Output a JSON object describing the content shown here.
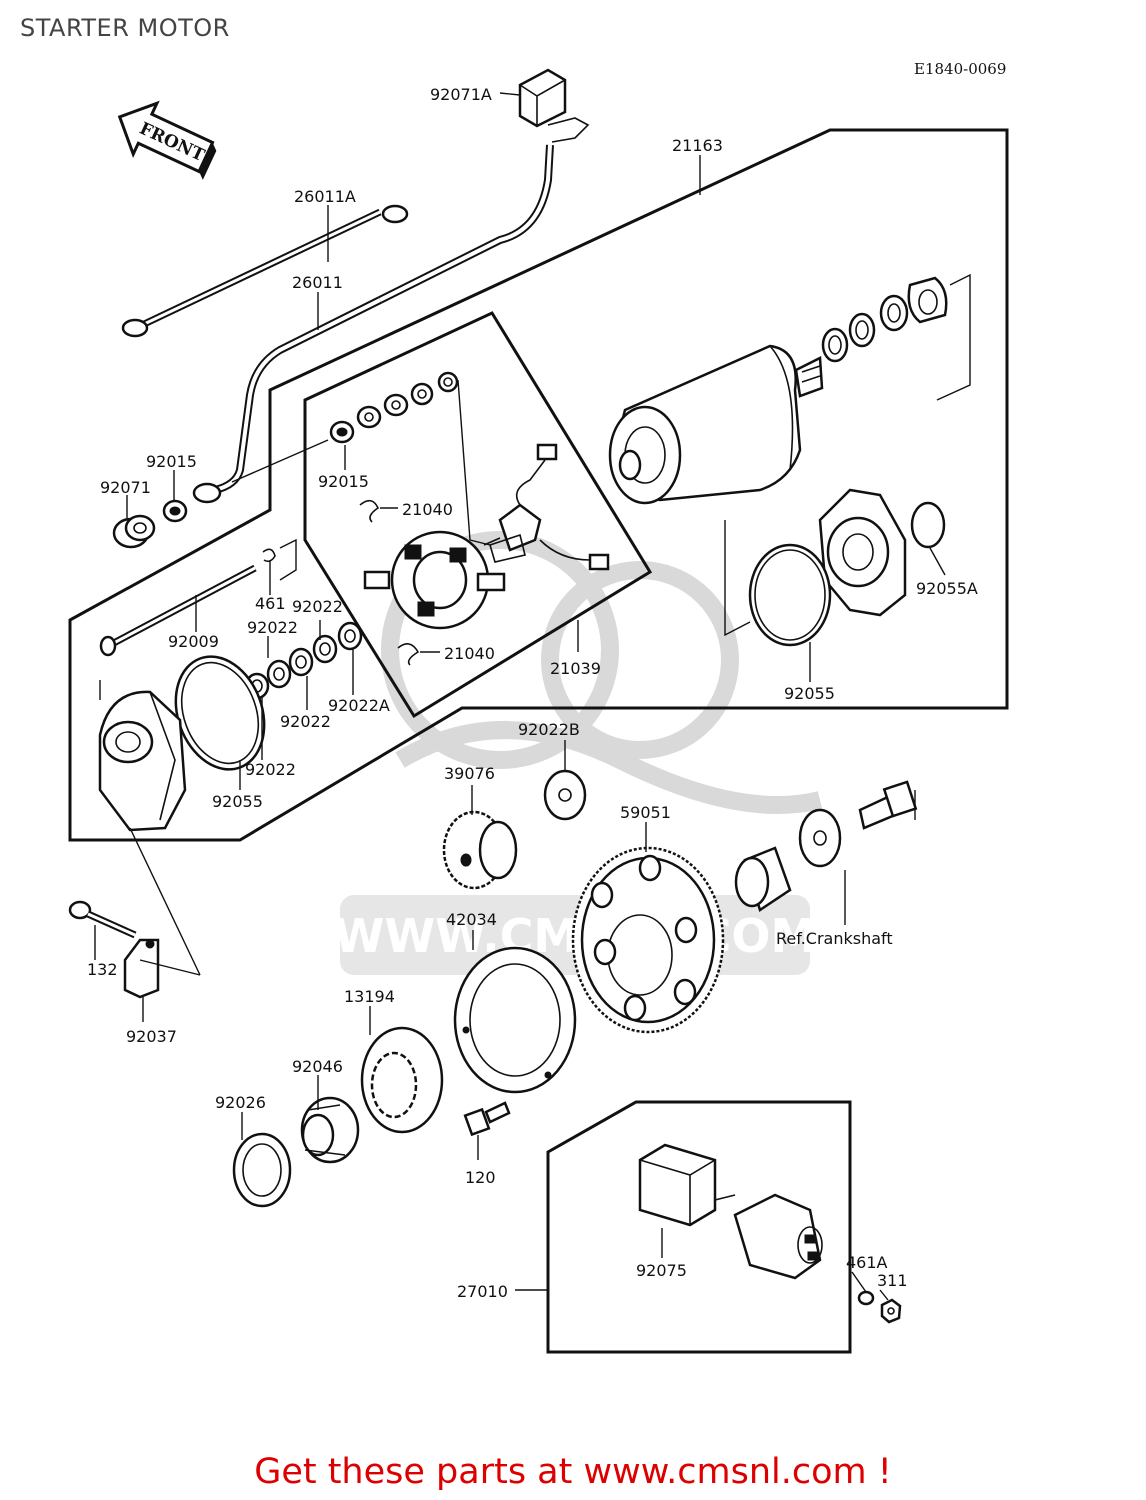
{
  "page": {
    "title": "STARTER MOTOR",
    "diagram_code": "E1840-0069",
    "front_marker": "FRONT",
    "watermark": "WWW.CMSNL.COM",
    "promo": "Get these parts at www.cmsnl.com !"
  },
  "labels": [
    {
      "id": "p92071a",
      "text": "92071A"
    },
    {
      "id": "p21163",
      "text": "21163"
    },
    {
      "id": "p26011a",
      "text": "26011A"
    },
    {
      "id": "p26011",
      "text": "26011"
    },
    {
      "id": "p92015-left",
      "text": "92015"
    },
    {
      "id": "p92071",
      "text": "92071"
    },
    {
      "id": "p92015-box",
      "text": "92015"
    },
    {
      "id": "p21040-top",
      "text": "21040"
    },
    {
      "id": "p461",
      "text": "461"
    },
    {
      "id": "p92009",
      "text": "92009"
    },
    {
      "id": "p92022-a",
      "text": "92022"
    },
    {
      "id": "p92022-b",
      "text": "92022"
    },
    {
      "id": "p92022-c",
      "text": "92022"
    },
    {
      "id": "p92022a",
      "text": "92022A"
    },
    {
      "id": "p92022-d",
      "text": "92022"
    },
    {
      "id": "p92055-left",
      "text": "92055"
    },
    {
      "id": "p21040-bot",
      "text": "21040"
    },
    {
      "id": "p21039",
      "text": "21039"
    },
    {
      "id": "p92055a",
      "text": "92055A"
    },
    {
      "id": "p92055-right",
      "text": "92055"
    },
    {
      "id": "p92022b",
      "text": "92022B"
    },
    {
      "id": "p39076",
      "text": "39076"
    },
    {
      "id": "p59051",
      "text": "59051"
    },
    {
      "id": "p42034",
      "text": "42034"
    },
    {
      "id": "p13194",
      "text": "13194"
    },
    {
      "id": "p92046",
      "text": "92046"
    },
    {
      "id": "p92026",
      "text": "92026"
    },
    {
      "id": "p120",
      "text": "120"
    },
    {
      "id": "p132",
      "text": "132"
    },
    {
      "id": "p92037",
      "text": "92037"
    },
    {
      "id": "ref-crankshaft",
      "text": "Ref.Crankshaft"
    },
    {
      "id": "p92075",
      "text": "92075"
    },
    {
      "id": "p27010",
      "text": "27010"
    },
    {
      "id": "p461a",
      "text": "461A"
    },
    {
      "id": "p311",
      "text": "311"
    }
  ]
}
